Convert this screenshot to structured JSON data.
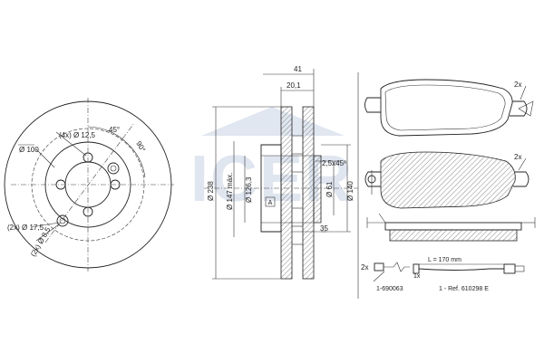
{
  "watermark": {
    "text": "ICER",
    "color": "#c7d3e4"
  },
  "disc_front": {
    "holes_label": "(4x) Ø 12,5",
    "angle_45": "45°",
    "angle_90": "90°",
    "dia_100": "Ø 100",
    "dia_17_5": "(2x) Ø 17,5",
    "dia_8_5": "(2x) Ø 8,5"
  },
  "disc_section": {
    "dim_41": "41",
    "dim_20_1": "20,1",
    "chamfer": "2,5x45º",
    "dia_238": "Ø 238",
    "dia_147": "Ø 147 máx.",
    "dia_126_3": "Ø 126,3",
    "dia_61": "Ø 61",
    "dia_140": "Ø 140",
    "dim_35": "35",
    "box_a": "A"
  },
  "pads": {
    "qty_top": "2x",
    "qty_mid": "2x",
    "qty_sensor": "2x",
    "sensor_length": "L = 170 mm",
    "qty_1x": "1x",
    "part_left": "1-690063",
    "part_right": "1 - Ref. 610298 E"
  }
}
